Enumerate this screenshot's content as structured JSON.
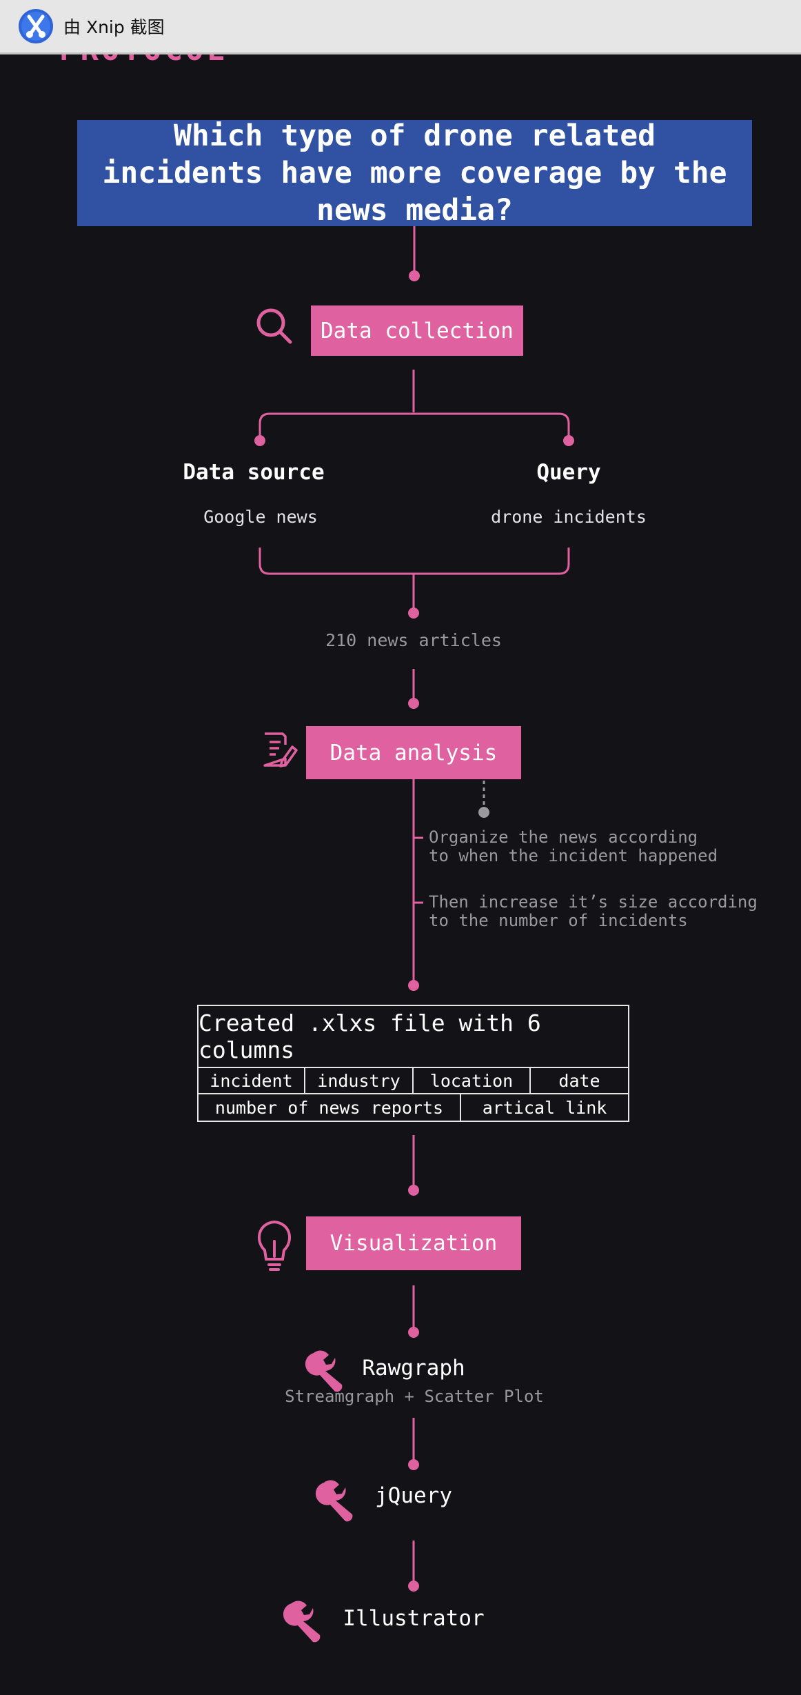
{
  "window": {
    "title": "由 Xnip 截图"
  },
  "header": {
    "partial_title": "PROTOCOL"
  },
  "question": "Which type of drone related incidents have more coverage by the news media?",
  "steps": {
    "collection": {
      "label": "Data collection",
      "icon": "magnifier-icon"
    },
    "analysis": {
      "label": "Data analysis",
      "icon": "document-pen-icon"
    },
    "visualization": {
      "label": "Visualization",
      "icon": "lightbulb-icon"
    }
  },
  "collection": {
    "source_heading": "Data source",
    "source_value": "Google news",
    "query_heading": "Query",
    "query_value": "drone incidents",
    "result": "210 news articles"
  },
  "analysis": {
    "note1_line1": "Organize the news according",
    "note1_line2": "to when the incident happened",
    "note2_line1": "Then increase it’s size according",
    "note2_line2": "to the number of incidents"
  },
  "file": {
    "title": "Created .xlxs file with 6 columns",
    "columns_row1": [
      "incident",
      "industry",
      "location",
      "date"
    ],
    "columns_row2": [
      "number of news reports",
      "artical link"
    ]
  },
  "tools": [
    {
      "name": "Rawgraph",
      "detail": "Streamgraph + Scatter Plot",
      "icon": "wrench-icon"
    },
    {
      "name": "jQuery",
      "icon": "wrench-icon"
    },
    {
      "name": "Illustrator",
      "icon": "wrench-icon"
    }
  ],
  "colors": {
    "background": "#131317",
    "accent": "#e0619f",
    "question_bg": "#3152a3",
    "text_muted": "#9a9a9e"
  }
}
